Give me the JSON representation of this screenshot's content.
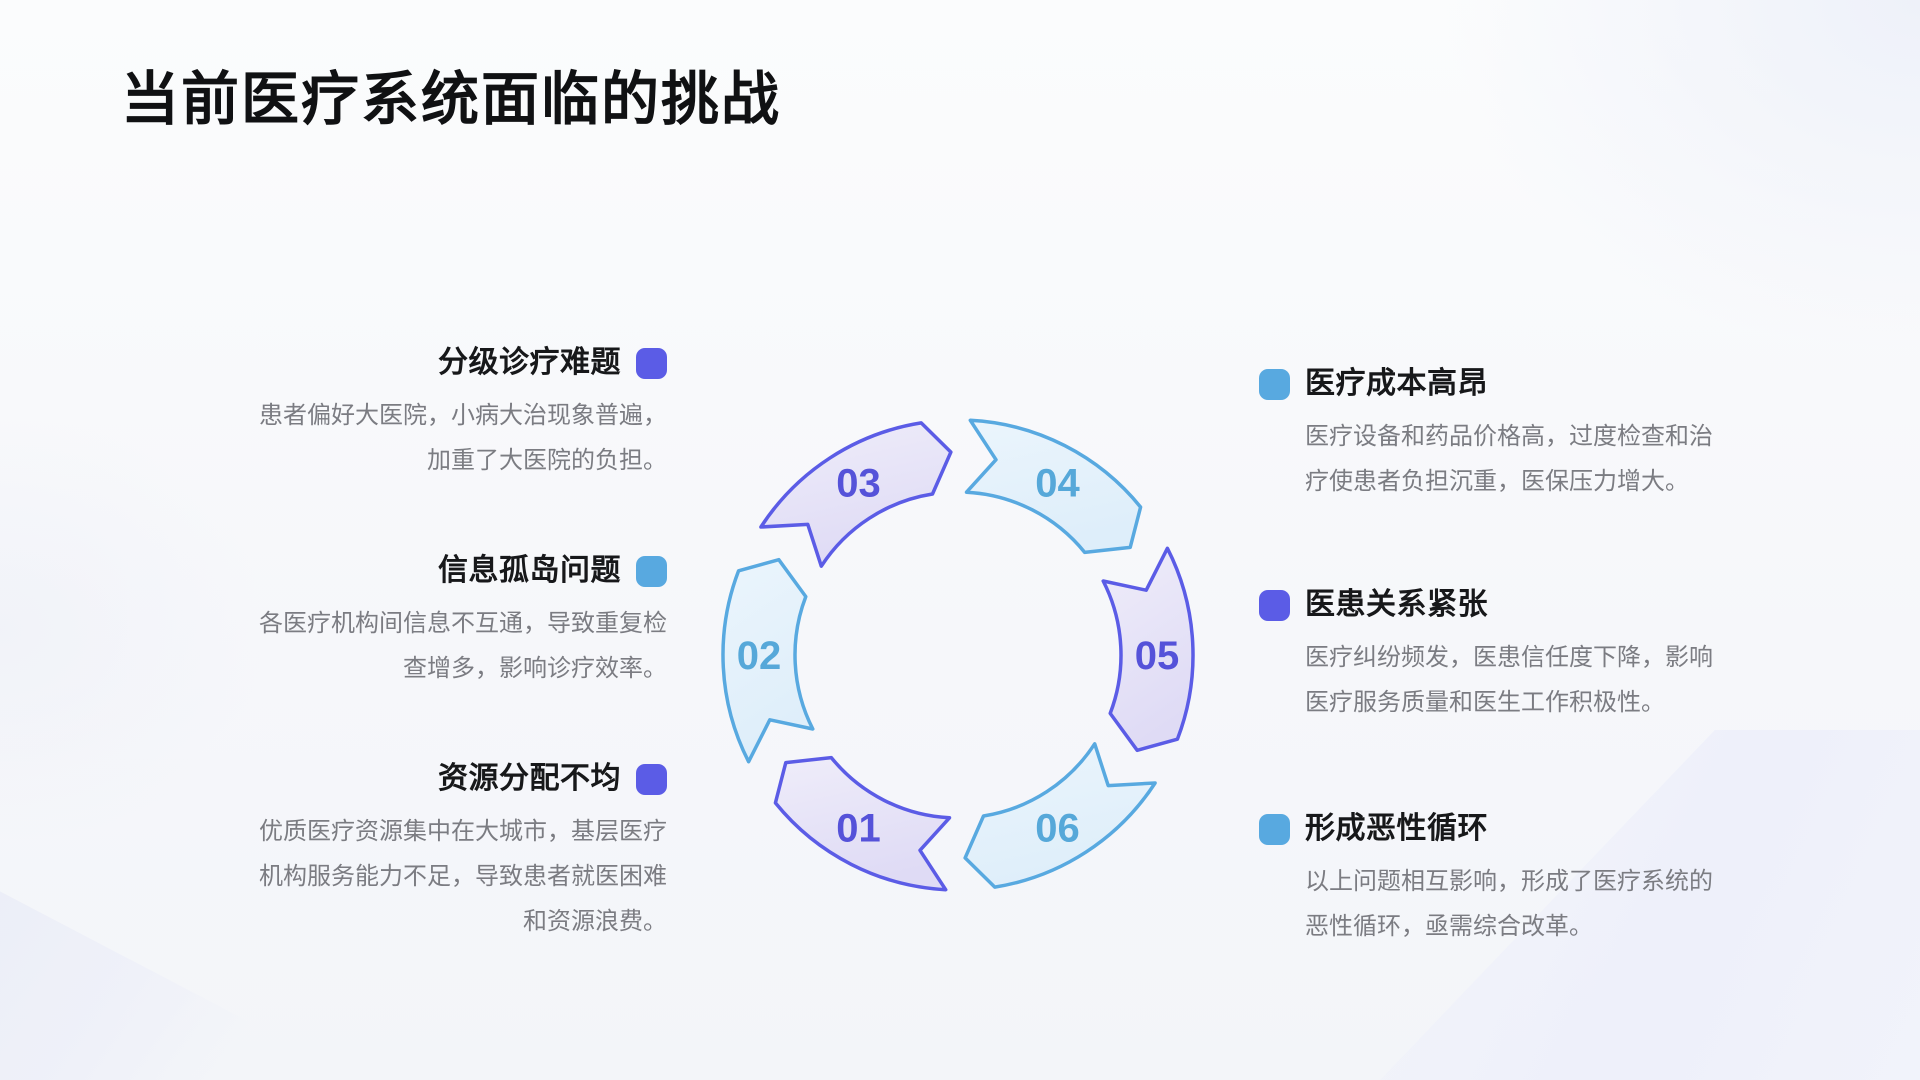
{
  "slide": {
    "title": "当前医疗系统面临的挑战"
  },
  "left_items": [
    {
      "title": "分级诊疗难题",
      "body": "患者偏好大医院，小病大治现象普遍，\n加重了大医院的负担。",
      "accent": "purple"
    },
    {
      "title": "信息孤岛问题",
      "body": "各医疗机构间信息不互通，导致重复检\n查增多，影响诊疗效率。",
      "accent": "blue"
    },
    {
      "title": "资源分配不均",
      "body": "优质医疗资源集中在大城市，基层医疗\n机构服务能力不足，导致患者就医困难\n和资源浪费。",
      "accent": "purple"
    }
  ],
  "right_items": [
    {
      "title": "医疗成本高昂",
      "body": "医疗设备和药品价格高，过度检查和治\n疗使患者负担沉重，医保压力增大。",
      "accent": "blue"
    },
    {
      "title": "医患关系紧张",
      "body": "医疗纠纷频发，医患信任度下降，影响\n医疗服务质量和医生工作积极性。",
      "accent": "purple"
    },
    {
      "title": "形成恶性循环",
      "body": "以上问题相互影响，形成了医疗系统的\n恶性循环，亟需综合改革。",
      "accent": "blue"
    }
  ],
  "cycle_diagram": {
    "direction": "clockwise",
    "segments": [
      {
        "number": "01",
        "accent": "purple"
      },
      {
        "number": "02",
        "accent": "blue"
      },
      {
        "number": "03",
        "accent": "purple"
      },
      {
        "number": "04",
        "accent": "blue"
      },
      {
        "number": "05",
        "accent": "purple"
      },
      {
        "number": "06",
        "accent": "blue"
      }
    ]
  },
  "colors": {
    "purple": "#5b5ce6",
    "blue": "#58a9e0",
    "purple_number": "#5552d9",
    "blue_number": "#56a8d9",
    "purple_fill_top": "#efedfa",
    "purple_fill_bottom": "#dfdbf5",
    "blue_fill_top": "#ebf5fc",
    "blue_fill_bottom": "#deeefa",
    "title_text": "#101113",
    "body_text": "#7b7c82"
  }
}
